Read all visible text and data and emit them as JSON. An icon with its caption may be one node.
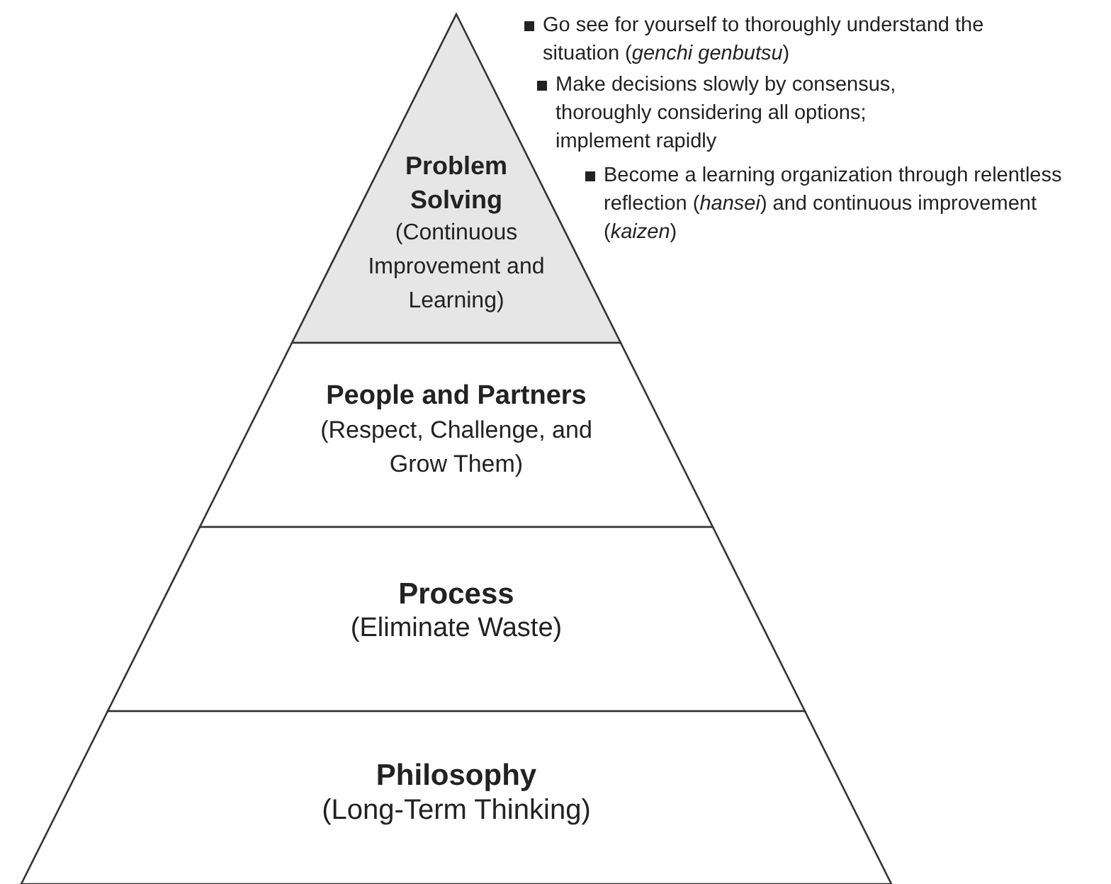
{
  "diagram": {
    "nodes": [
      {
        "text": [
          "Problem Solving",
          "(Continuous Improvement and Learning)"
        ]
      },
      {
        "text": [
          "People and Partners",
          "(Respect, Challenge, and Grow Them)"
        ]
      },
      {
        "text": [
          "Process",
          "(Eliminate Waste)"
        ]
      },
      {
        "text": [
          "Philosophy",
          "(Long-Term Thinking)"
        ]
      }
    ],
    "edges": [],
    "labels": [
      "Go see for yourself to thoroughly understand the situation (*genchi genbutsu*)",
      "Make decisions slowly by consensus, thoroughly considering all options; implement rapidly",
      "Become a learning organization through relentless reflection (*hansei*) and continuous improvement (*kaizen*)"
    ]
  }
}
